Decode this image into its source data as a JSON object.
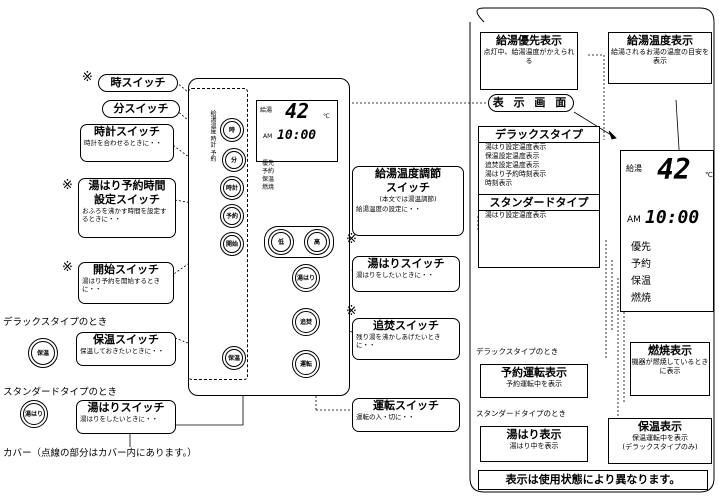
{
  "left": {
    "mark": "※",
    "hour_switch": "時スイッチ",
    "minute_switch": "分スイッチ",
    "clock_switch": {
      "title": "時計スイッチ",
      "desc": "時計を合わせるときに・・"
    },
    "reservation_time": {
      "title1": "湯はり予約時間",
      "title2": "設定スイッチ",
      "desc": "おふろを沸かす時間を設定するときに・・"
    },
    "start_switch": {
      "title": "開始スイッチ",
      "desc": "湯はり予約を開始するときに・・"
    },
    "deluxe_when": "デラックスタイプのとき",
    "keep_warm": {
      "icon": "保温",
      "title": "保温スイッチ",
      "desc": "保温しておきたいときに・・"
    },
    "standard_when": "スタンダードタイプのとき",
    "fill_std": {
      "icon": "湯はり",
      "title": "湯はりスイッチ",
      "desc": "湯はりをしたいときに・・"
    },
    "cover_note": "カバー（点線の部分はカバー内にあります。）"
  },
  "remote": {
    "display_label": "給湯",
    "temp": "42",
    "unit": "℃",
    "am": "AM",
    "clock": "10:00",
    "indicators": [
      "優先",
      "予約",
      "保温",
      "燃焼"
    ],
    "vertical_labels": "給湯温度 時計 予約",
    "btn_hour": "時",
    "btn_minute": "分",
    "btn_clock": "時計",
    "btn_reserve": "予約",
    "btn_start": "開始",
    "btn_low": "低",
    "btn_high": "高",
    "btn_fill": "湯はり",
    "btn_reheat": "追焚",
    "btn_run": "運転",
    "btn_keep": "保温"
  },
  "middle": {
    "temp_adjust": {
      "title1": "給湯温度調節",
      "title2": "スイッチ",
      "note": "(本文では湯温調節)",
      "desc": "給湯温度の設定に・・"
    },
    "fill_switch": {
      "title": "湯はりスイッチ",
      "desc": "湯はりをしたいときに・・"
    },
    "reheat_switch": {
      "title": "追焚スイッチ",
      "desc": "残り湯を沸かしあげたいときに・・"
    },
    "run_switch": {
      "title": "運転スイッチ",
      "desc": "運転の入・切に・・"
    }
  },
  "right": {
    "priority": {
      "title": "給湯優先表示",
      "desc": "点灯中、給湯温度がかえられる"
    },
    "temp_display": {
      "title": "給湯温度表示",
      "desc": "給湯されるお湯の温度の目安を表示"
    },
    "screen": "表 示 画 面",
    "deluxe_type": "デラックスタイプ",
    "deluxe_items": [
      "湯はり設定温度表示",
      "保温設定温度表示",
      "追焚設定温度表示",
      "湯はり予約時刻表示",
      "時刻表示"
    ],
    "standard_type": "スタンダードタイプ",
    "standard_items": [
      "湯はり設定温度表示"
    ],
    "lcd": {
      "label": "給湯",
      "temp": "42",
      "unit": "℃",
      "am": "AM",
      "clock": "10:00",
      "indicators": [
        "優先",
        "予約",
        "保温",
        "燃焼"
      ]
    },
    "combustion": {
      "title": "燃焼表示",
      "desc": "機器が燃焼しているときに表示"
    },
    "deluxe_when": "デラックスタイプのとき",
    "reserve_run": {
      "title": "予約運転表示",
      "desc": "予約運転中を表示"
    },
    "standard_when": "スタンダードタイプのとき",
    "fill_display": {
      "title": "湯はり表示",
      "desc": "湯はり中を表示"
    },
    "keep_display": {
      "title": "保温表示",
      "desc": "保温運転中を表示",
      "note": "(デラックスタイプのみ)"
    },
    "footer": "表示は使用状態により異なります。"
  }
}
